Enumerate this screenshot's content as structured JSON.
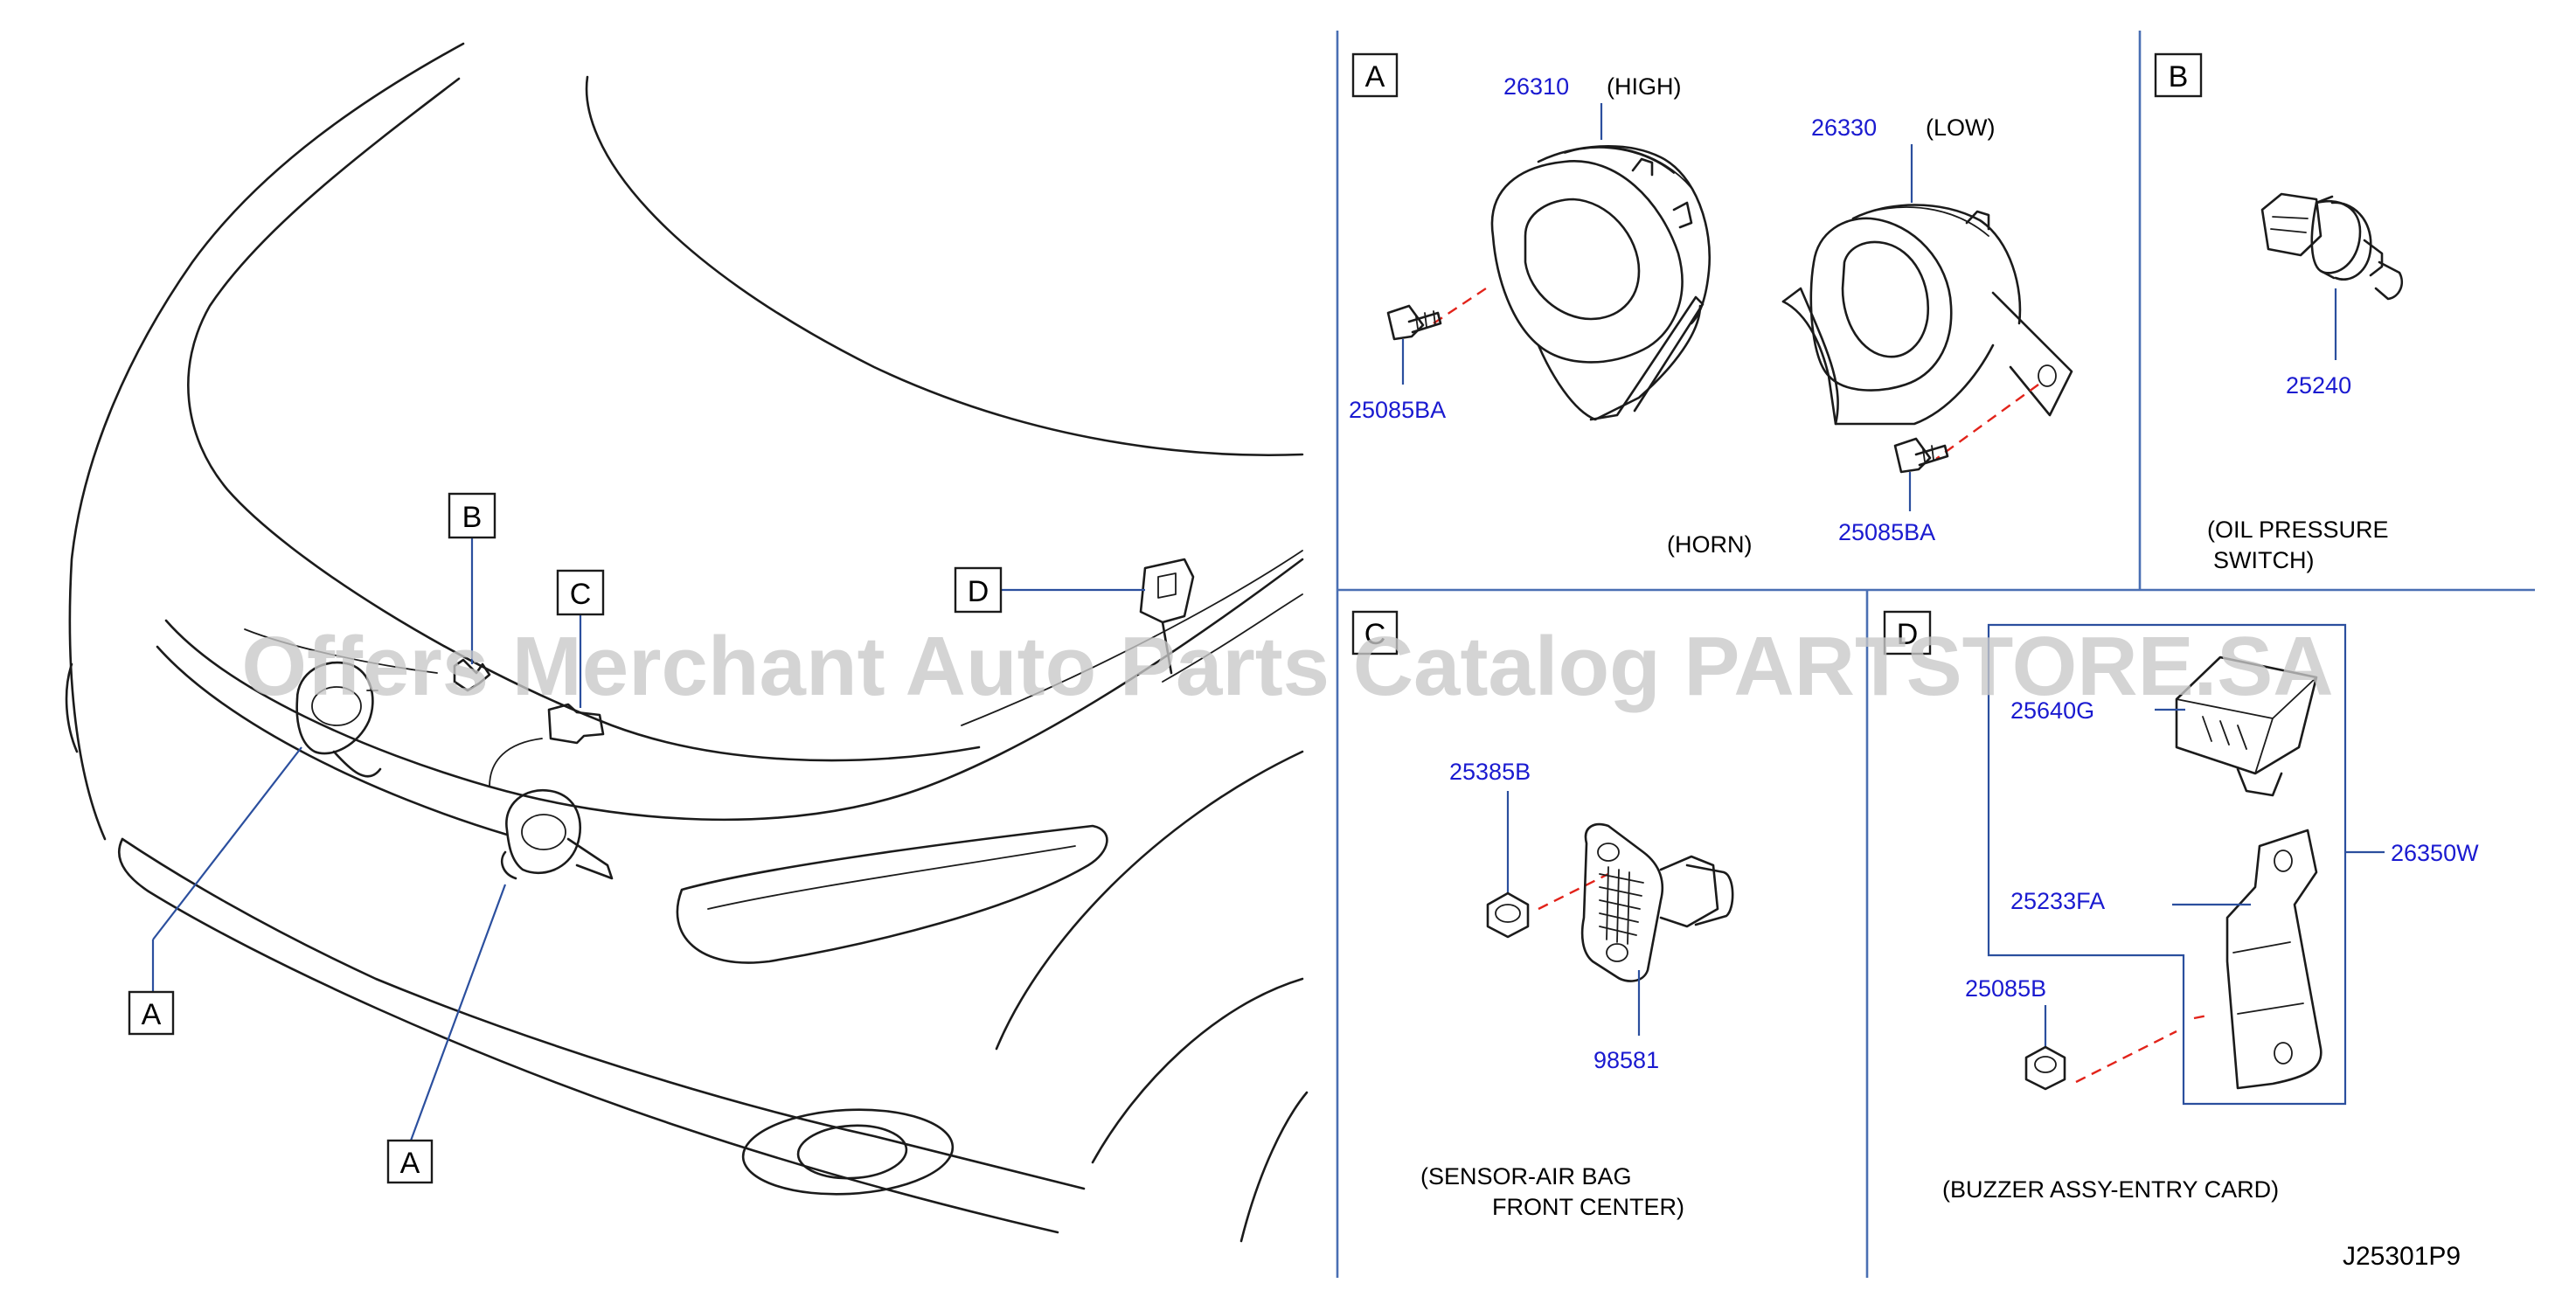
{
  "watermark": "Offers Merchant Auto Parts Catalog PARTSTORE.SA",
  "drawing_id": "J25301P9",
  "vehicle_callouts": {
    "a1": "A",
    "a2": "A",
    "b": "B",
    "c": "C",
    "d": "D"
  },
  "panels": {
    "horn": {
      "key": "A",
      "caption": "(HORN)",
      "high_part": "26310",
      "high_note": "(HIGH)",
      "low_part": "26330",
      "low_note": "(LOW)",
      "bolt_left": "25085BA",
      "bolt_right": "25085BA"
    },
    "oil": {
      "key": "B",
      "part": "25240",
      "caption_line1": "(OIL   PRESSURE",
      "caption_line2": "SWITCH)"
    },
    "airbag": {
      "key": "C",
      "nut": "25385B",
      "sensor": "98581",
      "caption_line1": "(SENSOR-AIR   BAG",
      "caption_line2": "FRONT   CENTER)"
    },
    "buzzer": {
      "key": "D",
      "unit": "25640G",
      "bracket": "25233FA",
      "assy": "26350W",
      "nut": "25085B",
      "caption": "(BUZZER   ASSY-ENTRY   CARD)"
    }
  },
  "colors": {
    "part_number": "#1a1ad0",
    "leader": "#2b4f9e",
    "dashed_link": "#e2231a",
    "frame": "#4a6fb3"
  }
}
